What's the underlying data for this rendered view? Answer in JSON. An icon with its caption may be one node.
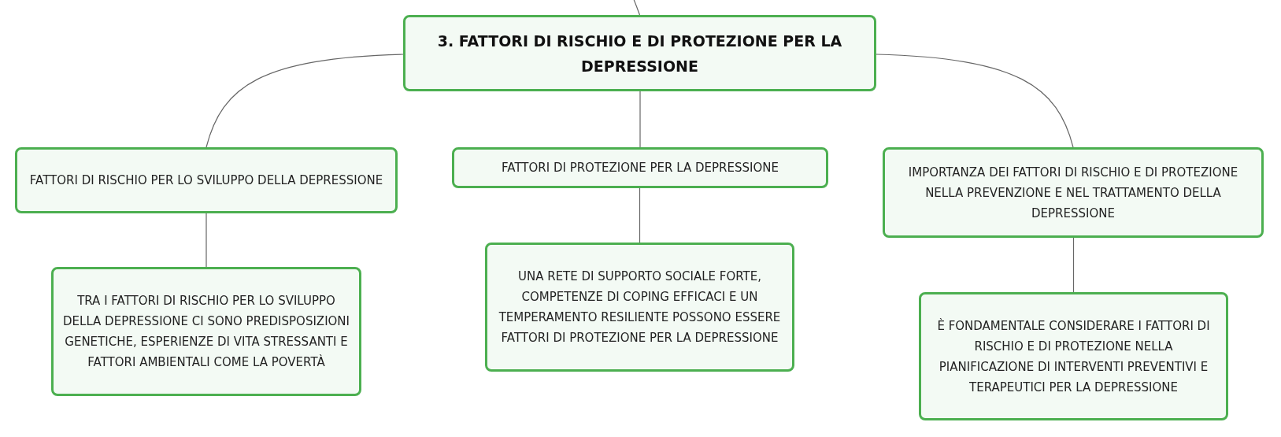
{
  "diagram": {
    "nodes": [
      {
        "text": [
          "3. FATTORI DI RISCHIO E DI PROTEZIONE PER LA DEPRESSIONE"
        ]
      },
      {
        "text": [
          "FATTORI DI RISCHIO PER LO SVILUPPO DELLA DEPRESSIONE"
        ]
      },
      {
        "text": [
          "FATTORI DI PROTEZIONE PER LA DEPRESSIONE"
        ]
      },
      {
        "text": [
          "IMPORTANZA DEI FATTORI DI RISCHIO E DI PROTEZIONE NELLA PREVENZIONE E NEL TRATTAMENTO DELLA DEPRESSIONE"
        ]
      },
      {
        "text": [
          "TRA I FATTORI DI RISCHIO PER LO SVILUPPO DELLA DEPRESSIONE CI SONO PREDISPOSIZIONI GENETICHE, ESPERIENZE DI VITA STRESSANTI E FATTORI AMBIENTALI COME LA POVERTÀ"
        ]
      },
      {
        "text": [
          "UNA RETE DI SUPPORTO SOCIALE FORTE, COMPETENZE DI COPING EFFICACI E UN TEMPERAMENTO RESILIENTE POSSONO ESSERE FATTORI DI PROTEZIONE PER LA DEPRESSIONE"
        ]
      },
      {
        "text": [
          "È FONDAMENTALE CONSIDERARE I FATTORI DI RISCHIO E DI PROTEZIONE NELLA PIANIFICAZIONE DI INTERVENTI PREVENTIVI E TERAPEUTICI PER LA DEPRESSIONE"
        ]
      }
    ],
    "edges": [
      {
        "from": null,
        "to": 0,
        "arrow": "none"
      },
      {
        "from": 0,
        "to": 1,
        "arrow": "none"
      },
      {
        "from": 0,
        "to": 2,
        "arrow": "none"
      },
      {
        "from": 0,
        "to": 3,
        "arrow": "none"
      },
      {
        "from": 1,
        "to": 4,
        "arrow": "none"
      },
      {
        "from": 2,
        "to": 5,
        "arrow": "none"
      },
      {
        "from": 3,
        "to": 6,
        "arrow": "none"
      }
    ]
  }
}
